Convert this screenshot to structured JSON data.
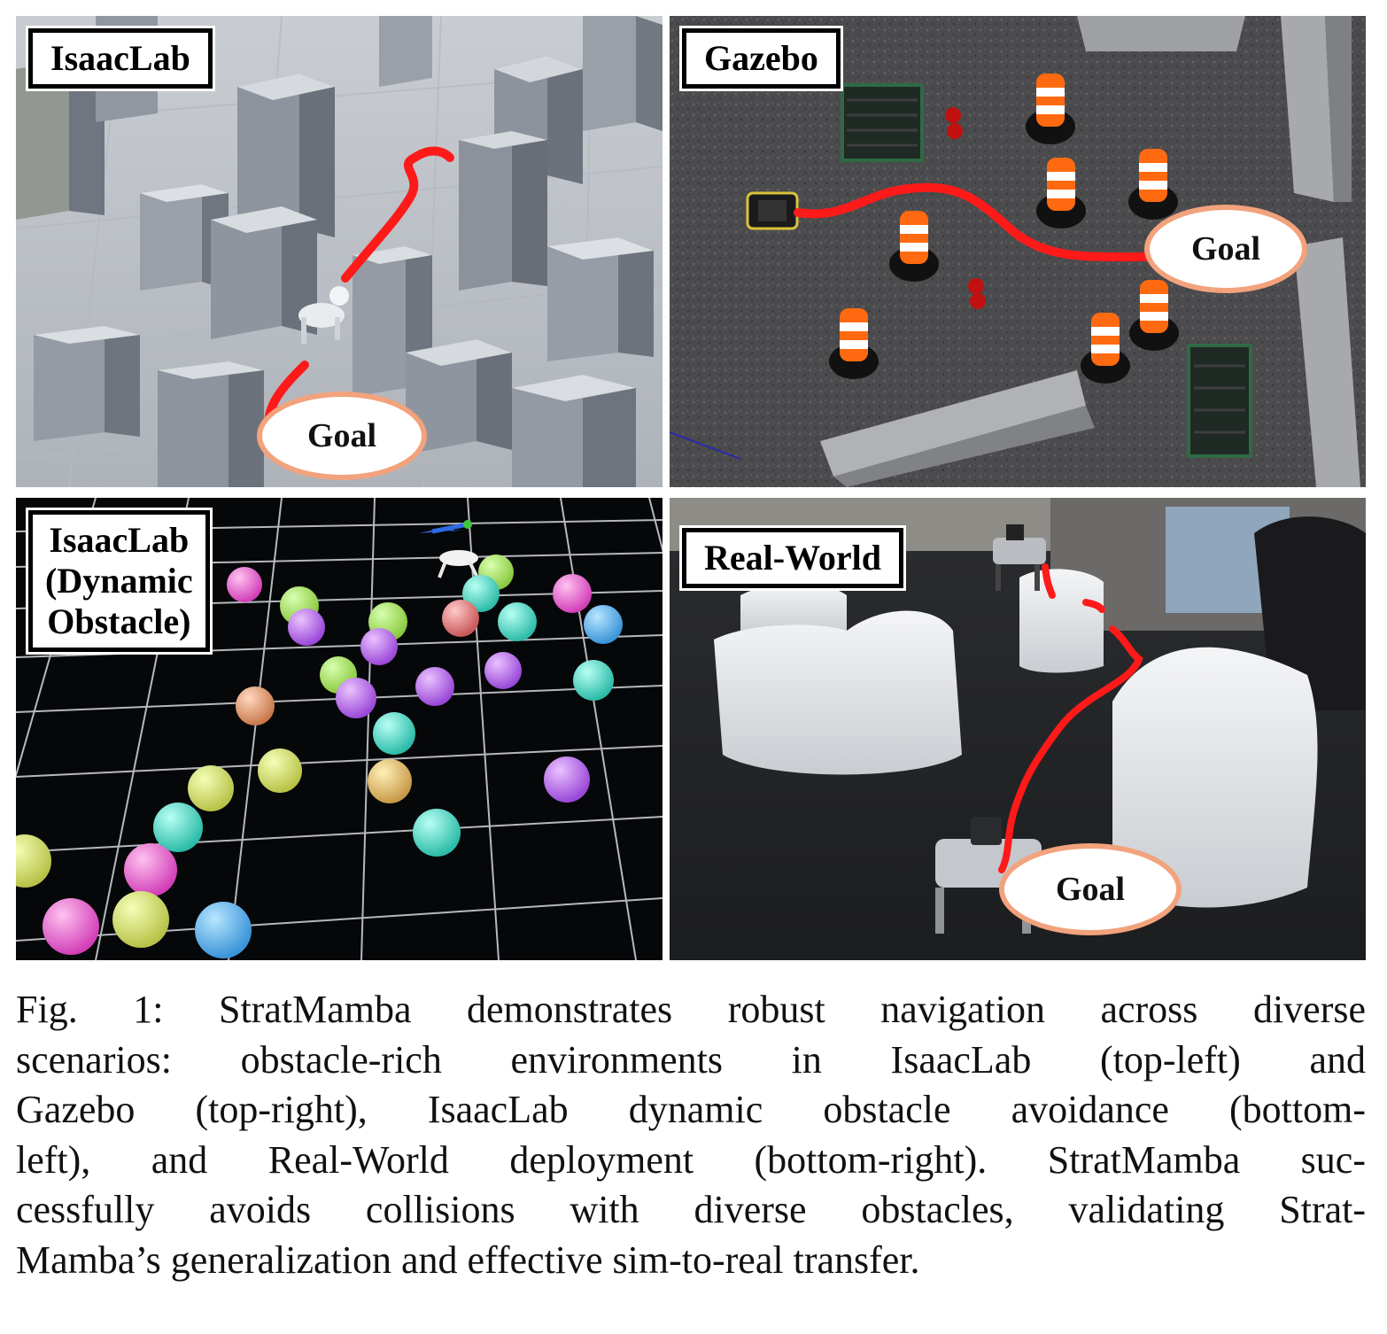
{
  "panels": {
    "top_left": {
      "label": "IsaacLab",
      "goal": "Goal"
    },
    "top_right": {
      "label": "Gazebo",
      "goal": "Goal"
    },
    "bottom_left": {
      "label_lines": [
        "IsaacLab",
        "(Dynamic",
        "Obstacle)"
      ]
    },
    "bottom_right": {
      "label": "Real-World",
      "goal": "Goal"
    }
  },
  "path_color": "#ff1a1a",
  "goal_border_color": "#f2a27c",
  "caption": {
    "prefix": "Fig. 1:",
    "lines": [
      "StratMamba demonstrates robust navigation across diverse",
      "scenarios: obstacle-rich environments in IsaacLab (top-left) and",
      "Gazebo (top-right), IsaacLab dynamic obstacle avoidance (bottom-",
      "left), and Real-World deployment (bottom-right). StratMamba suc-",
      "cessfully avoids collisions with diverse obstacles, validating Strat-",
      "Mamba’s generalization and effective sim-to-real transfer."
    ]
  }
}
